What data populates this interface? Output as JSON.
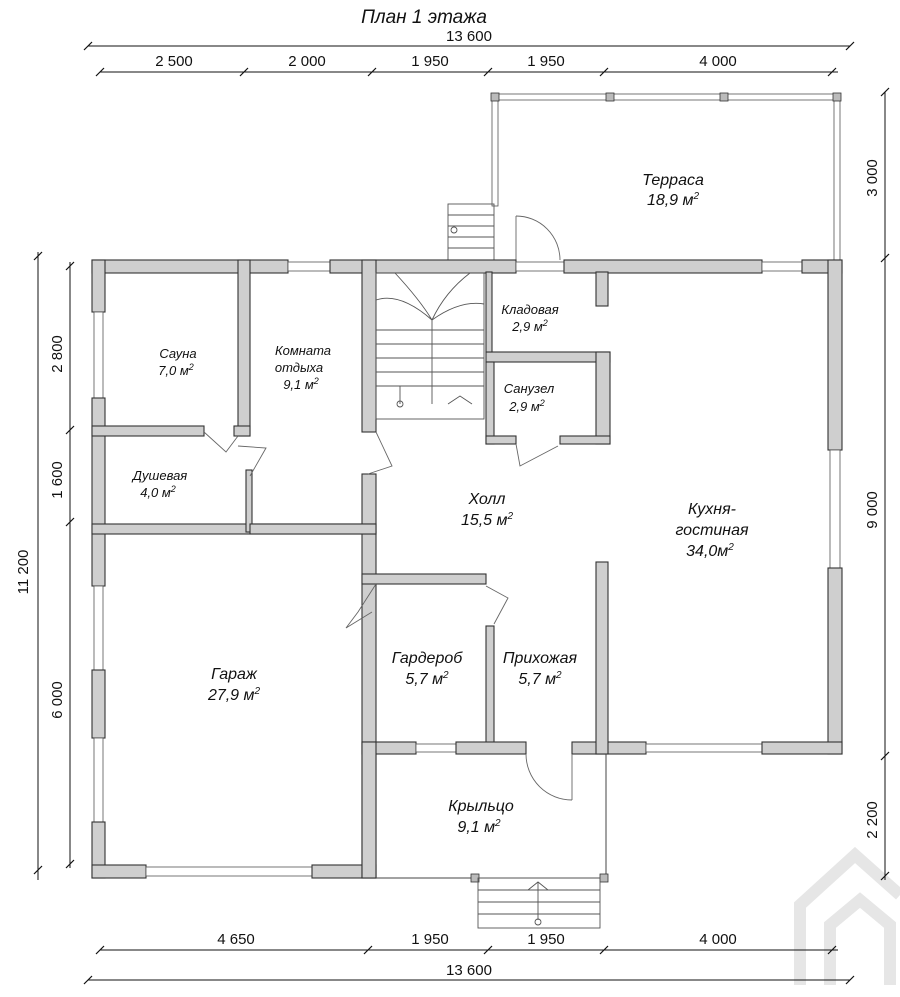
{
  "title": "План 1 этажа",
  "dimensions": {
    "top_total": "13 600",
    "top_segments": [
      "2 500",
      "2 000",
      "1 950",
      "1 950",
      "4 000"
    ],
    "bottom_segments": [
      "4 650",
      "1 950",
      "1 950",
      "4 000"
    ],
    "bottom_total": "13 600",
    "left_total": "11 200",
    "left_segments": [
      "2 800",
      "1 600",
      "6 000"
    ],
    "right_segments": [
      "3 000",
      "9 000",
      "2 200"
    ]
  },
  "rooms": {
    "terrace": {
      "name": "Терраса",
      "area": "18,9 м",
      "sup": "2"
    },
    "sauna": {
      "name": "Сауна",
      "area": "7,0 м",
      "sup": "2"
    },
    "rest_room": {
      "name_line1": "Комната",
      "name_line2": "отдыха",
      "area": "9,1 м",
      "sup": "2"
    },
    "storage": {
      "name": "Кладовая",
      "area": "2,9 м",
      "sup": "2"
    },
    "bathroom": {
      "name": "Санузел",
      "area": "2,9 м",
      "sup": "2"
    },
    "shower": {
      "name": "Душевая",
      "area": "4,0 м",
      "sup": "2"
    },
    "hall": {
      "name": "Холл",
      "area": "15,5 м",
      "sup": "2"
    },
    "kitchen": {
      "name_line1": "Кухня-",
      "name_line2": "гостиная",
      "area": "34,0м",
      "sup": "2"
    },
    "garage": {
      "name": "Гараж",
      "area": "27,9 м",
      "sup": "2"
    },
    "wardrobe": {
      "name": "Гардероб",
      "area": "5,7 м",
      "sup": "2"
    },
    "entrance": {
      "name": "Прихожая",
      "area": "5,7 м",
      "sup": "2"
    },
    "porch": {
      "name": "Крыльцо",
      "area": "9,1 м",
      "sup": "2"
    }
  }
}
